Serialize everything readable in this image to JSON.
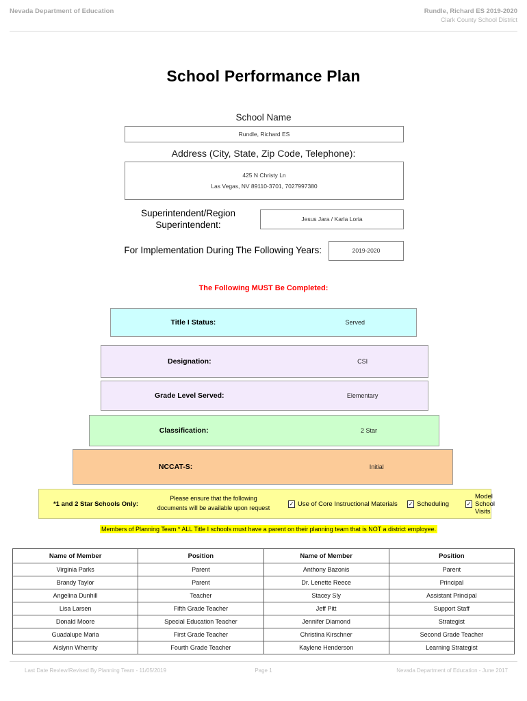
{
  "header": {
    "left": "Nevada Department of Education",
    "right_line1": "Rundle, Richard ES  2019-2020",
    "right_line2": "Clark County School District"
  },
  "title": "School Performance Plan",
  "form": {
    "school_name_label": "School Name",
    "school_name_value": "Rundle, Richard ES",
    "address_label": "Address (City, State, Zip Code, Telephone):",
    "address_line1": "425 N Christy Ln",
    "address_line2": "Las Vegas, NV  89110-3701, 7027997380",
    "superintendent_label": "Superintendent/Region Superintendent:",
    "superintendent_value": "Jesus Jara / Karla Loria",
    "years_label": "For Implementation During The Following Years:",
    "years_value": "2019-2020"
  },
  "must_complete_notice": "The Following MUST Be Completed:",
  "status_bars": [
    {
      "label": "Title I Status:",
      "value": "Served",
      "color": "#CCFFFF"
    },
    {
      "label": "Designation:",
      "value": "CSI",
      "color": "#F3EAFC"
    },
    {
      "label": "Grade Level Served:",
      "value": "Elementary",
      "color": "#F3EAFC"
    },
    {
      "label": "Classification:",
      "value": "2 Star",
      "color": "#CCFFCC"
    },
    {
      "label": "NCCAT-S:",
      "value": "Initial",
      "color": "#FCCB98"
    }
  ],
  "star_schools": {
    "label": "*1 and 2 Star Schools Only:",
    "docs_note_line1": "Please ensure that the following",
    "docs_note_line2": "documents will be available upon request",
    "checkboxes": [
      {
        "label": "Use of Core Instructional Materials",
        "checked": true,
        "mark": "✓"
      },
      {
        "label": "Scheduling",
        "checked": true,
        "mark": "✓"
      },
      {
        "label": "Model School Visits",
        "checked": true,
        "mark": "✓"
      }
    ]
  },
  "planning_note": "Members of Planning Team * ALL Title I schools must have a parent on their planning team that is NOT a district employee.",
  "members_table": {
    "headers": [
      "Name of Member",
      "Position",
      "Name of Member",
      "Position"
    ],
    "rows": [
      [
        "Virginia Parks",
        "Parent",
        "Anthony Bazonis",
        "Parent"
      ],
      [
        "Brandy Taylor",
        "Parent",
        "Dr. Lenette Reece",
        "Principal"
      ],
      [
        "Angelina Dunhill",
        "Teacher",
        "Stacey Sly",
        "Assistant Principal"
      ],
      [
        "Lisa Larsen",
        "Fifth Grade Teacher",
        "Jeff Pitt",
        "Support Staff"
      ],
      [
        "Donald Moore",
        "Special Education Teacher",
        "Jennifer Diamond",
        "Strategist"
      ],
      [
        "Guadalupe Maria",
        "First Grade Teacher",
        "Christina Kirschner",
        "Second Grade Teacher"
      ],
      [
        "Aislynn Wherrity",
        "Fourth Grade Teacher",
        "Kaylene Henderson",
        "Learning Strategist"
      ]
    ]
  },
  "footer": {
    "left": "Last Date Review/Revised By Planning Team - 11/05/2019",
    "center": "Page 1",
    "right": "Nevada Department of Education - June 2017"
  }
}
